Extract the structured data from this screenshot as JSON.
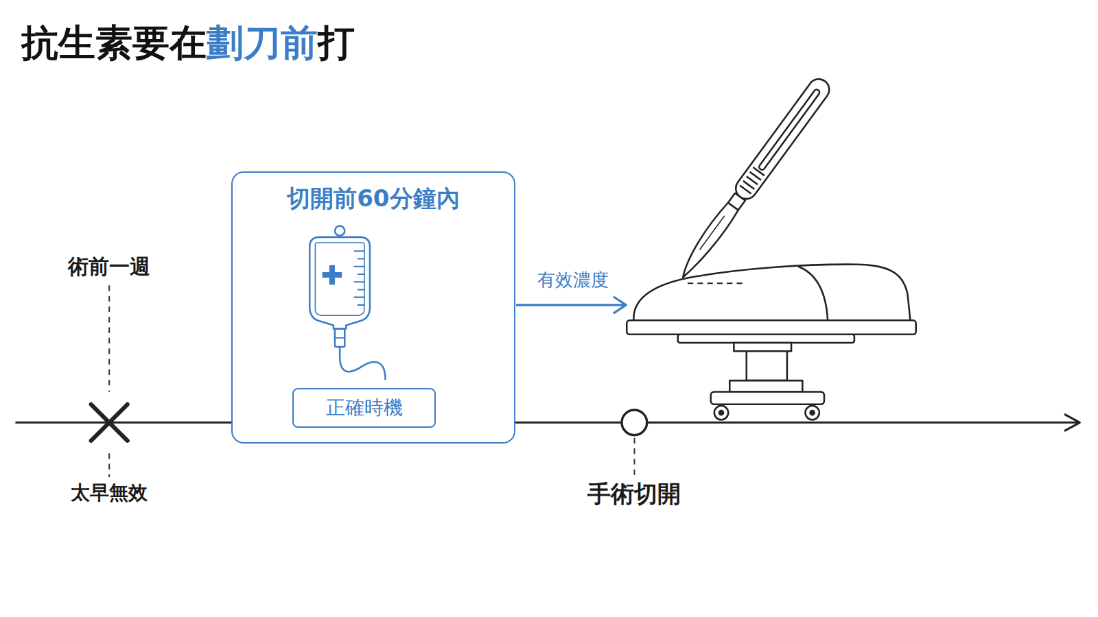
{
  "diagram": {
    "title": "抗生素要在劃刀前打",
    "nodes": [
      {
        "text": [
          "切開前60分鐘內"
        ]
      },
      {
        "text": [
          "正確時機"
        ],
        "in": 0
      },
      {
        "text": [
          "手術切開"
        ]
      }
    ],
    "labels": [
      "術前一週",
      "太早無效",
      "有效濃度"
    ]
  }
}
